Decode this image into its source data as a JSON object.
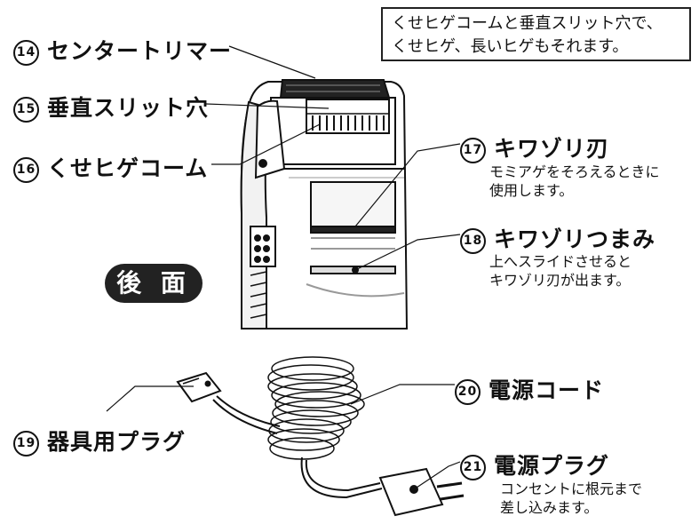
{
  "note": {
    "line1": "くせヒゲコームと垂直スリット穴で、",
    "line2": "くせヒゲ、長いヒゲもそれます。"
  },
  "labels": {
    "center_trimmer": {
      "num": "14",
      "text": "センタートリマー"
    },
    "vertical_slit": {
      "num": "15",
      "text": "垂直スリット穴"
    },
    "comb": {
      "num": "16",
      "text": "くせヒゲコーム"
    },
    "sideburn_blade": {
      "num": "17",
      "text": "キワゾリ刃",
      "desc1": "モミアゲをそろえるときに",
      "desc2": "使用します。"
    },
    "sideburn_knob": {
      "num": "18",
      "text": "キワゾリつまみ",
      "desc1": "上へスライドさせると",
      "desc2": "キワゾリ刃が出ます。"
    },
    "appliance_plug": {
      "num": "19",
      "text": "器具用プラグ"
    },
    "power_cord": {
      "num": "20",
      "text": "電源コード"
    },
    "power_plug": {
      "num": "21",
      "text": "電源プラグ",
      "desc1": "コンセントに根元まで",
      "desc2": "差し込みます。"
    }
  },
  "badge": "後 面"
}
